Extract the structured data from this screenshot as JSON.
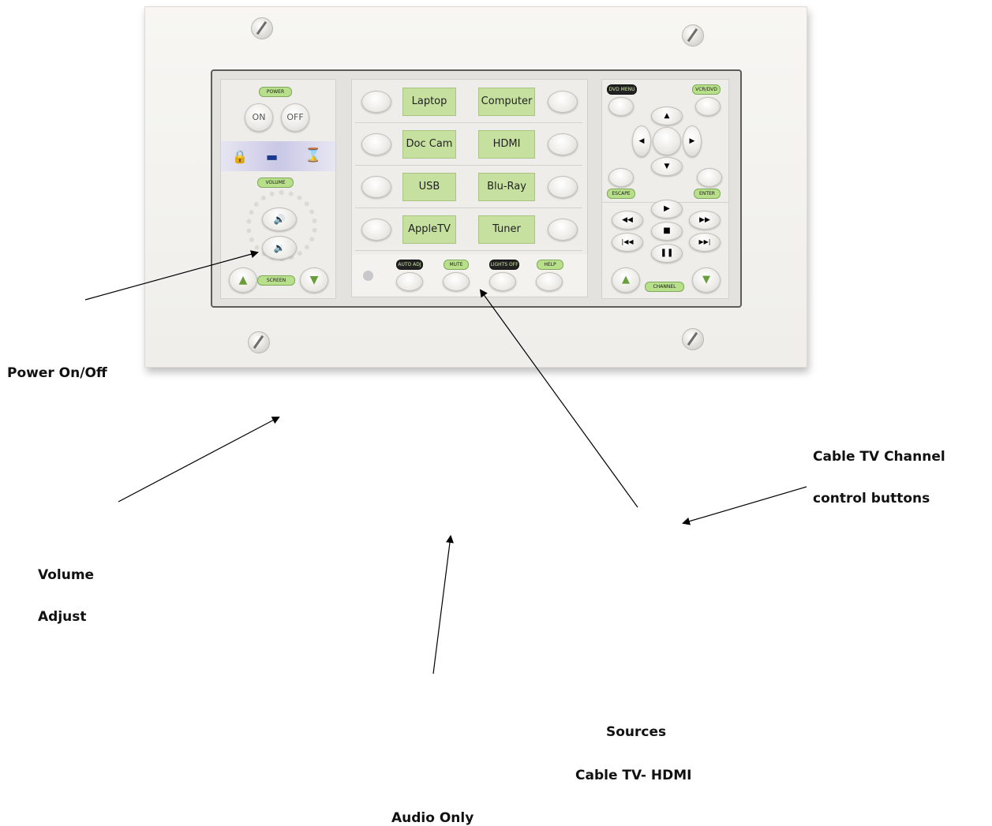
{
  "plate": {
    "power": {
      "label": "POWER",
      "on": "ON",
      "off": "OFF"
    },
    "volume": {
      "label": "VOLUME"
    },
    "screen": {
      "label": "SCREEN"
    },
    "sources": [
      "Laptop",
      "Computer",
      "Doc Cam",
      "HDMI",
      "USB",
      "Blu-Ray",
      "AppleTV",
      "Tuner"
    ],
    "functions": [
      "AUTO ADJ",
      "MUTE",
      "LIGHTS OFF",
      "HELP"
    ],
    "transport": {
      "dvd_menu": "DVD MENU",
      "vcr_dvd": "VCR/DVD",
      "escape": "ESCAPE",
      "enter": "ENTER",
      "channel": "CHANNEL"
    }
  },
  "callouts": {
    "power": "Power On/Off",
    "channel_line1": "Cable TV Channel",
    "channel_line2": "control buttons",
    "volume_line1": "Volume",
    "volume_line2": "Adjust",
    "sources_line1": "Sources",
    "sources_line2": "Cable TV- HDMI",
    "audio": "Audio Only"
  }
}
